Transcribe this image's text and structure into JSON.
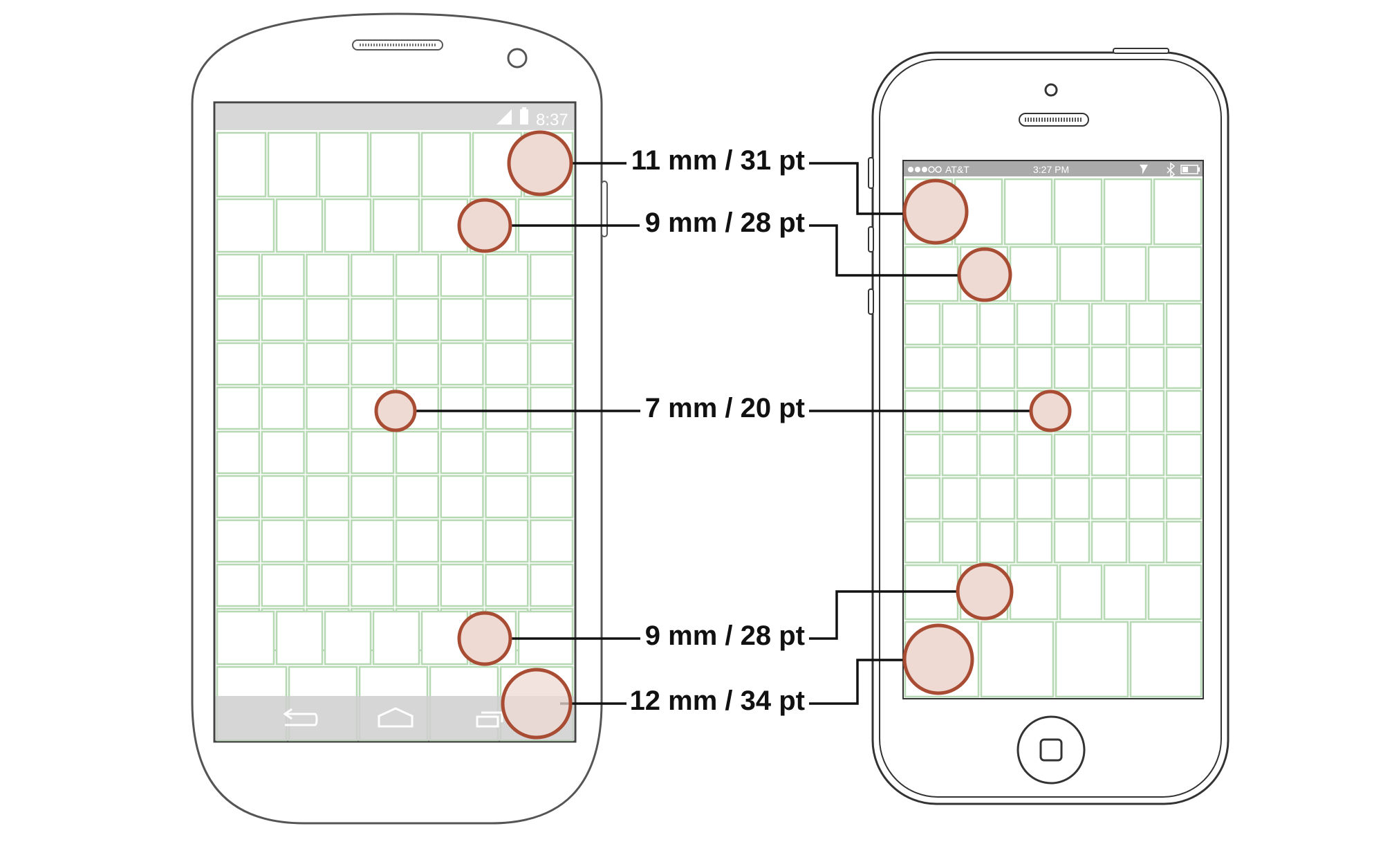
{
  "android": {
    "status_time": "8:37"
  },
  "iphone": {
    "status_carrier": "AT&T",
    "status_time": "3:27 PM"
  },
  "labels": [
    "11 mm / 31 pt",
    "9 mm / 28 pt",
    "7 mm / 20 pt",
    "9 mm / 28 pt",
    "12 mm / 34 pt"
  ],
  "colors": {
    "grid": "#b6d8b3",
    "target_fill": "#efd9d3",
    "target_stroke": "#a84d33",
    "line": "#111111",
    "outline": "#555555",
    "status_bar": "#d8d8d8"
  }
}
